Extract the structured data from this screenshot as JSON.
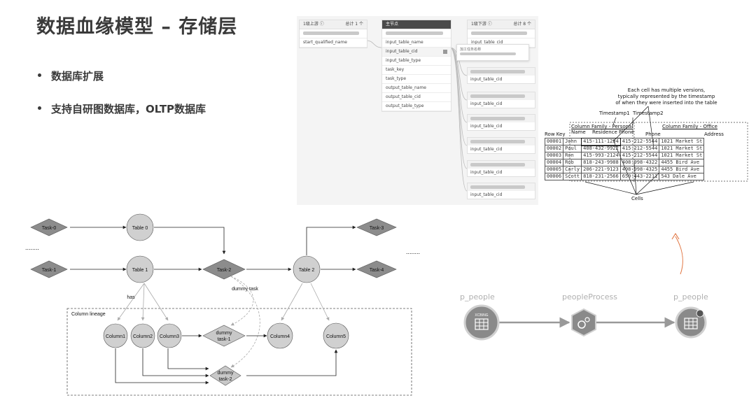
{
  "slide": {
    "title": "数据血缘模型 – 存储层",
    "bullets": [
      "数据库扩展",
      "支持自研图数据库，OLTP数据库"
    ]
  },
  "lineage_panel": {
    "upstream_header": "1级上游 ⓘ",
    "upstream_total": "总计 1 个",
    "upstream_field": "start_qualified_name",
    "main_header": "主节点",
    "main_fields": [
      "input_table_name",
      "input_table_cid",
      "input_table_type",
      "task_key",
      "task_type",
      "output_table_name",
      "output_table_cid",
      "output_table_type"
    ],
    "downstream_header": "1级下游 ⓘ",
    "downstream_total": "总计 8 个",
    "downstream_field": "input_table_cid",
    "popup_label": "加工任务名称"
  },
  "hbase": {
    "note": [
      "Each cell has multiple versions,",
      "typically represented by the timestamp",
      "of when they were inserted into the table"
    ],
    "ts1": "Timestamp1",
    "ts2": "Timestamp2",
    "cf_personal": "Column Family - Personal",
    "cf_office": "Column Family - Office",
    "headers": [
      "Row Key",
      "Name",
      "Residence Phone",
      "Phone",
      "Address"
    ],
    "rows": [
      [
        "00001",
        "John",
        "415-111-1234",
        "415-212-5544",
        "1021 Market St"
      ],
      [
        "00002",
        "Paul",
        "408-432-9922",
        "415-212-5544",
        "1021 Market St"
      ],
      [
        "00003",
        "Ron",
        "415-993-2124",
        "415-212-5544",
        "1021 Market St"
      ],
      [
        "00004",
        "Rob",
        "818-243-9988",
        "408-998-4322",
        "4455 Bird Ave"
      ],
      [
        "00005",
        "Carly",
        "206-221-9123",
        "408-998-4325",
        "4455 Bird Ave"
      ],
      [
        "00006",
        "Scott",
        "818-231-2566",
        "650-443-2211",
        "543 Dale Ave"
      ]
    ],
    "cells_label": "Cells"
  },
  "flow": {
    "tasks": [
      "Task-0",
      "Task-1",
      "Task-2",
      "Task-3",
      "Task-4"
    ],
    "tables": [
      "Table 0",
      "Table 1",
      "Table 2"
    ],
    "columns": [
      "Column1",
      "Column2",
      "Column3",
      "Column4",
      "Column5"
    ],
    "dummy1": [
      "dummy",
      "task-1"
    ],
    "dummy2": [
      "dummy",
      "task-2"
    ],
    "has_label": "has",
    "dummy_task_label": "dummy task",
    "column_lineage_label": "Column lineage",
    "ellipsis_left": "........",
    "ellipsis_right": "........"
  },
  "nifi": {
    "labels": [
      "p_people",
      "peopleProcess",
      "p_people"
    ],
    "source_badge": "XCBING",
    "colors": {
      "node": "#8a8a8a",
      "arrow": "#999999",
      "accent": "#e0703a"
    }
  }
}
